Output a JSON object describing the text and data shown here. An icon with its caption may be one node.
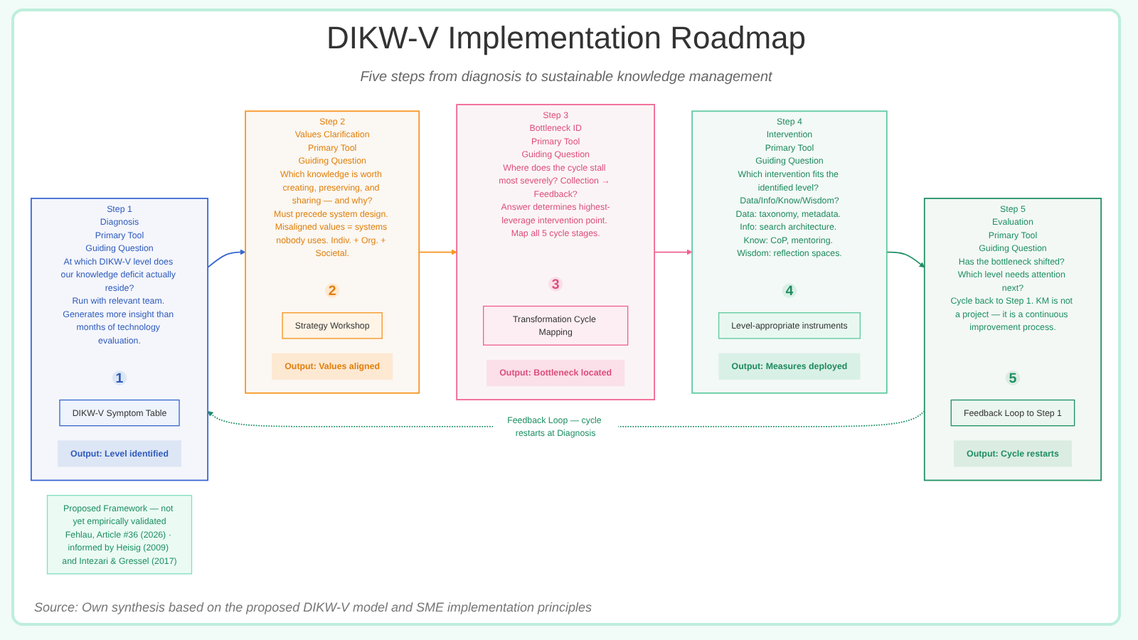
{
  "diagram": {
    "title": "DIKW-V Implementation Roadmap",
    "caption": "Source: Own synthesis based on the proposed DIKW-V model and SME implementation principles",
    "nodes": [
      {
        "text": [
          "Step 1",
          "Diagnosis",
          "Primary Tool",
          "Guiding Question",
          "At which DIKW-V level does our knowledge deficit actually reside?",
          "Run with relevant team. Generates more insight than months of technology evaluation."
        ]
      },
      {
        "text": [
          "1"
        ],
        "in": 0
      },
      {
        "text": [
          "DIKW-V Symptom Table"
        ],
        "in": 0
      },
      {
        "text": [
          "Output: Level identified"
        ],
        "in": 0
      },
      {
        "text": [
          "Step 2",
          "Values Clarification",
          "Primary Tool",
          "Guiding Question",
          "Which knowledge is worth creating, preserving, and sharing — and why?",
          "Must precede system design. Misaligned values = systems nobody uses. Indiv. + Org. + Societal."
        ]
      },
      {
        "text": [
          "2"
        ],
        "in": 4
      },
      {
        "text": [
          "Strategy Workshop"
        ],
        "in": 4
      },
      {
        "text": [
          "Output: Values aligned"
        ],
        "in": 4
      },
      {
        "text": [
          "Step 3",
          "Bottleneck ID",
          "Primary Tool",
          "Guiding Question",
          "Where does the cycle stall most severely? Collection → Feedback?",
          "Answer determines highest-leverage intervention point. Map all 5 cycle stages."
        ]
      },
      {
        "text": [
          "3"
        ],
        "in": 8
      },
      {
        "text": [
          "Transformation Cycle Mapping"
        ],
        "in": 8
      },
      {
        "text": [
          "Output: Bottleneck located"
        ],
        "in": 8
      },
      {
        "text": [
          "Step 4",
          "Intervention",
          "Primary Tool",
          "Guiding Question",
          "Which intervention fits the identified level? Data/Info/Know/Wisdom?",
          "Data: taxonomy, metadata. Info: search architecture. Know: CoP, mentoring. Wisdom: reflection spaces."
        ]
      },
      {
        "text": [
          "4"
        ],
        "in": 12
      },
      {
        "text": [
          "Level-appropriate instruments"
        ],
        "in": 12
      },
      {
        "text": [
          "Output: Measures deployed"
        ],
        "in": 12
      },
      {
        "text": [
          "Step 5",
          "Evaluation",
          "Primary Tool",
          "Guiding Question",
          "Has the bottleneck shifted? Which level needs attention next?",
          "Cycle back to Step 1. KM is not a project — it is a continuous improvement process."
        ]
      },
      {
        "text": [
          "5"
        ],
        "in": 16
      },
      {
        "text": [
          "Feedback Loop to Step 1"
        ],
        "in": 16
      },
      {
        "text": [
          "Output: Cycle restarts"
        ],
        "in": 16
      },
      {
        "text": [
          "Proposed Framework — not yet empirically validated",
          "Fehlau, Article #36 (2026) · informed by Heisig (2009) and Intezari & Gressel (2017)"
        ]
      }
    ],
    "edges": [
      {
        "from": 0,
        "to": 4,
        "arrow": "to",
        "color": "#3566d0"
      },
      {
        "from": 4,
        "to": 8,
        "arrow": "to",
        "color": "#f7941d"
      },
      {
        "from": 8,
        "to": 12,
        "arrow": "to",
        "color": "#f0628f"
      },
      {
        "from": 12,
        "to": 16,
        "arrow": "to",
        "color": "#1e8f62"
      },
      {
        "from": 16,
        "to": 0,
        "arrow": "to",
        "label": "Feedback Loop — cycle restarts at Diagnosis",
        "style": "dashed",
        "color": "#1e8f62"
      }
    ],
    "labels": [
      "Five steps from diagnosis to sustainable knowledge management"
    ]
  }
}
